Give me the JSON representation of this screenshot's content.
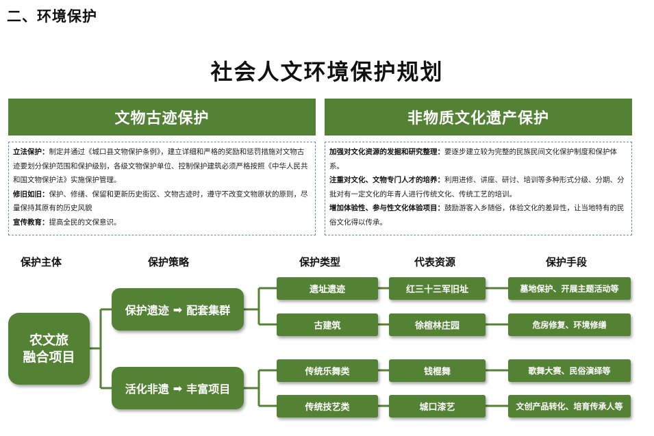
{
  "section_heading": "二、环境保护",
  "main_title": "社会人文环境保护规划",
  "left_panel": {
    "banner": "文物古迹保护",
    "items": [
      {
        "label": "立法保护：",
        "text": "制定并通过《城口县文物保护条例》，建立详细和严格的奖励和惩罚措施对文物古迹要划分保护范围和保护级别，各级文物保护单位、控制保护建筑必须严格按照《中华人民共和国文物保护法》实施保护管理。"
      },
      {
        "label": "修旧如旧：",
        "text": "保护、修缮、保留和更新历史街区、文物古迹时，遵守不改变文物原状的原则，尽量保持其原有的历史风貌"
      },
      {
        "label": "宣传教育：",
        "text": "提高全民的文保意识。"
      }
    ]
  },
  "right_panel": {
    "banner": "非物质文化遗产保护",
    "items": [
      {
        "label": "加强对文化资源的发掘和研究整理：",
        "text": "要逐步建立较为完整的民族民间文化保护制度和保护体系。"
      },
      {
        "label": "注重对文化、文物专门人才的培养：",
        "text": "利用进修、讲座、研讨、培训等多种形式分级、分期、分批对有一定文化的年青人进行传统文化、传统工艺的培训。"
      },
      {
        "label": "增加体验性、参与性文化体验项目：",
        "text": "鼓励游客入乡随俗，体验文化的差异性，让当地特有的民俗文化得以传承。"
      }
    ]
  },
  "columns": {
    "subject": "保护主体",
    "strategy": "保护策略",
    "type": "保护类型",
    "resource": "代表资源",
    "means": "保护手段"
  },
  "subject": {
    "line1": "农文旅",
    "line2": "融合项目"
  },
  "strategies": [
    {
      "from": "保护遗迹",
      "arrow": "➡",
      "to": "配套集群"
    },
    {
      "from": "活化非遗",
      "arrow": "➡",
      "to": "丰富项目"
    }
  ],
  "rows": [
    {
      "type": "遗址遗迹",
      "resource": "红三十三军旧址",
      "means": "墓地保护、开展主题活动等"
    },
    {
      "type": "古建筑",
      "resource": "徐楦林庄园",
      "means": "危房修复、环境修缮"
    },
    {
      "type": "传统乐舞类",
      "resource": "钱棍舞",
      "means": "歌舞大赛、民俗演绎等"
    },
    {
      "type": "传统技艺类",
      "resource": "城口漆艺",
      "means": "文创产品转化、培育传承人等"
    }
  ],
  "colors": {
    "green": "#548235",
    "line": "#548235",
    "dash_border": "#5b8db8"
  }
}
